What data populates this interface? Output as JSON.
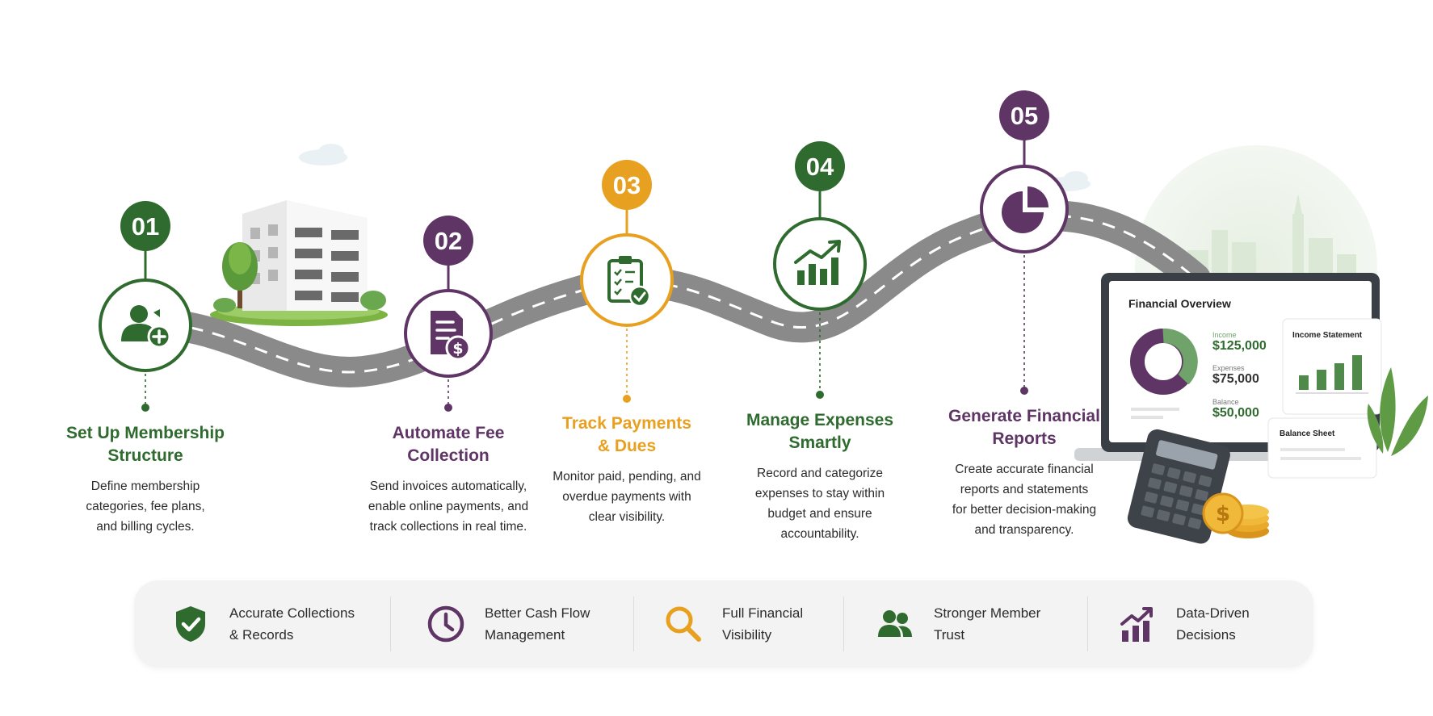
{
  "steps": [
    {
      "number": "01",
      "title_line1": "Set Up Membership",
      "title_line2": "Structure",
      "desc_lines": [
        "Define membership",
        "categories, fee plans,",
        "and billing cycles."
      ],
      "color": "#2f6b2f",
      "icon": "user-plus-icon"
    },
    {
      "number": "02",
      "title_line1": "Automate Fee",
      "title_line2": "Collection",
      "desc_lines": [
        "Send invoices automatically,",
        "enable online payments, and",
        "track collections in real time."
      ],
      "color": "#5f3566",
      "icon": "invoice-dollar-icon"
    },
    {
      "number": "03",
      "title_line1": "Track Payments",
      "title_line2": "& Dues",
      "desc_lines": [
        "Monitor paid, pending, and",
        "overdue payments with",
        "clear visibility."
      ],
      "color": "#e8a020",
      "icon": "clipboard-check-icon"
    },
    {
      "number": "04",
      "title_line1": "Manage Expenses",
      "title_line2": "Smartly",
      "desc_lines": [
        "Record and categorize",
        "expenses to stay within",
        "budget and ensure",
        "accountability."
      ],
      "color": "#2f6b2f",
      "icon": "growth-chart-icon"
    },
    {
      "number": "05",
      "title_line1": "Generate Financial",
      "title_line2": "Reports",
      "desc_lines": [
        "Create accurate financial",
        "reports and statements",
        "for better decision-making",
        "and transparency."
      ],
      "color": "#5f3566",
      "icon": "pie-chart-icon"
    }
  ],
  "dashboard": {
    "title": "Financial Overview",
    "income_label": "Income",
    "income_value": "$125,000",
    "expenses_label": "Expenses",
    "expenses_value": "$75,000",
    "balance_label": "Balance",
    "balance_value": "$50,000",
    "income_statement": "Income Statement",
    "balance_sheet": "Balance Sheet"
  },
  "benefits": [
    {
      "line1": "Accurate Collections",
      "line2": "& Records",
      "icon": "shield-check-icon"
    },
    {
      "line1": "Better Cash Flow",
      "line2": "Management",
      "icon": "clock-icon"
    },
    {
      "line1": "Full Financial",
      "line2": "Visibility",
      "icon": "magnifier-icon"
    },
    {
      "line1": "Stronger Member",
      "line2": "Trust",
      "icon": "users-icon"
    },
    {
      "line1": "Data-Driven",
      "line2": "Decisions",
      "icon": "trend-chart-icon"
    }
  ],
  "colors": {
    "green": "#2f6b2f",
    "purple": "#5f3566",
    "orange": "#e8a020",
    "road": "#8c8c8c"
  }
}
